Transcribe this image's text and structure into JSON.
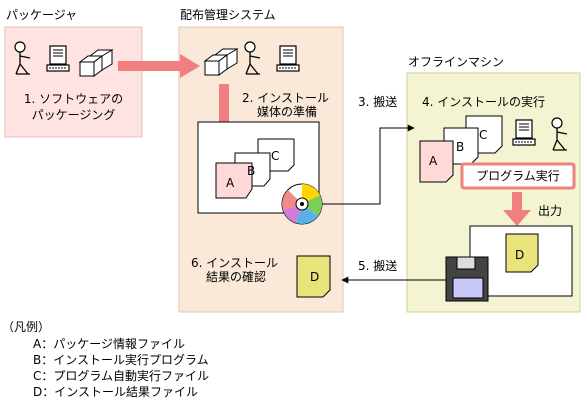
{
  "sections": {
    "packager": "パッケージャ",
    "system": "配布管理システム",
    "offline": "オフラインマシン"
  },
  "steps": {
    "s1_line1": "1. ソフトウェアの",
    "s1_line2": "パッケージング",
    "s2_line1": "2. インストール",
    "s2_line2": "媒体の準備",
    "s3": "3. 搬送",
    "s4": "4. インストールの実行",
    "s5": "5. 搬送",
    "s6_line1": "6. インストール",
    "s6_line2": "結果の確認"
  },
  "labels": {
    "run_program": "プログラム実行",
    "output": "出力"
  },
  "files": {
    "A": "A",
    "B": "B",
    "C": "C",
    "D": "D"
  },
  "legend": {
    "title": "（凡例）",
    "items": [
      "A：パッケージ情報ファイル",
      "B：インストール実行プログラム",
      "C：プログラム自動実行ファイル",
      "D：インストール結果ファイル"
    ]
  },
  "colors": {
    "packager_bg": "#ffe3e3",
    "system_bg": "#fae8d8",
    "offline_bg": "#f4f4d2",
    "arrow": "#f08080",
    "file_a": "#ffd8d8",
    "file_d": "#e8e37a"
  }
}
